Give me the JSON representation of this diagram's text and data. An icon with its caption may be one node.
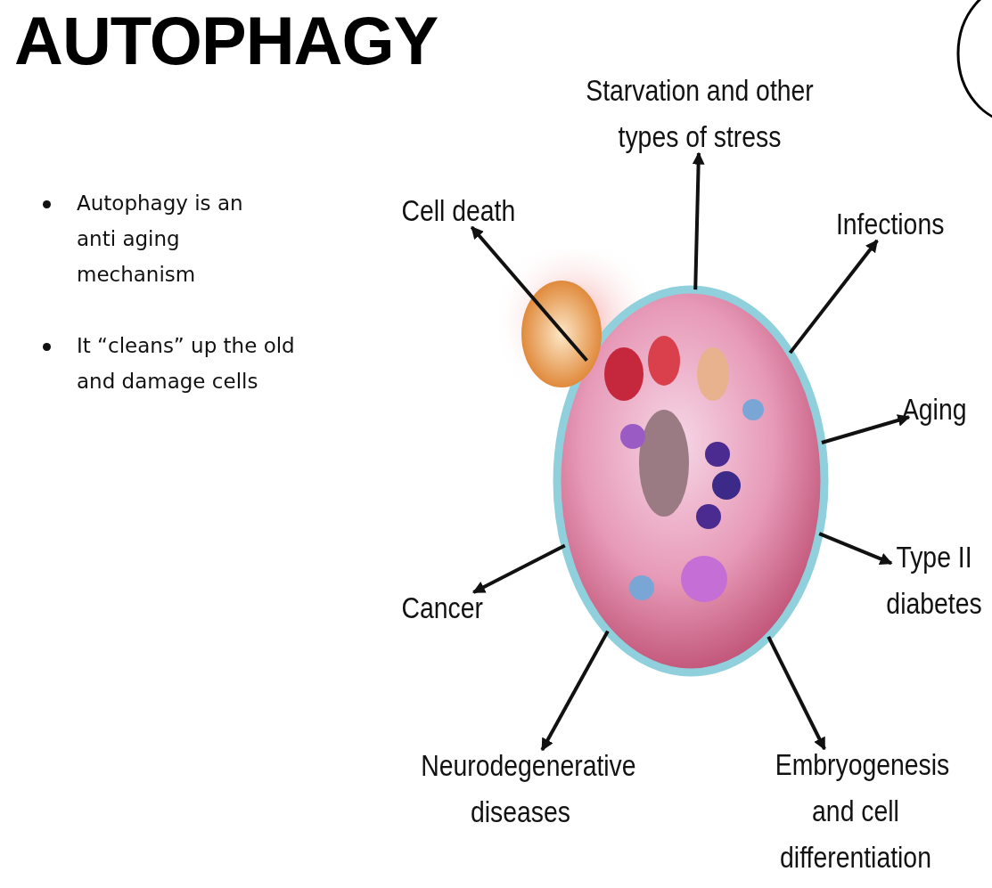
{
  "diagram": {
    "title": "AUTOPHAGY",
    "nodes": [
      {
        "text": [],
        "shape": "picture"
      },
      {
        "text": [
          "Starvation and other types of stress"
        ]
      },
      {
        "text": [
          "Cell death"
        ]
      },
      {
        "text": [
          "Infections"
        ]
      },
      {
        "text": [
          "Aging"
        ]
      },
      {
        "text": [
          "Type II diabetes"
        ]
      },
      {
        "text": [
          "Cancer"
        ]
      },
      {
        "text": [
          "Neurodegenerative diseases"
        ]
      },
      {
        "text": [
          "Embryogenesis and cell differentiation"
        ]
      },
      {
        "text": [],
        "shape": "circle"
      }
    ],
    "edges": [
      {
        "from": 0,
        "to": 1,
        "arrow": "to"
      },
      {
        "from": 0,
        "to": 2,
        "arrow": "to"
      },
      {
        "from": 0,
        "to": 3,
        "arrow": "to"
      },
      {
        "from": 0,
        "to": 4,
        "arrow": "to"
      },
      {
        "from": 0,
        "to": 5,
        "arrow": "to"
      },
      {
        "from": 0,
        "to": 6,
        "arrow": "to"
      },
      {
        "from": 0,
        "to": 7,
        "arrow": "to"
      },
      {
        "from": 0,
        "to": 8,
        "arrow": "to"
      }
    ],
    "labels": [
      "Autophagy is an anti aging mechanism",
      "It “cleans” up the old and damage cells"
    ]
  }
}
